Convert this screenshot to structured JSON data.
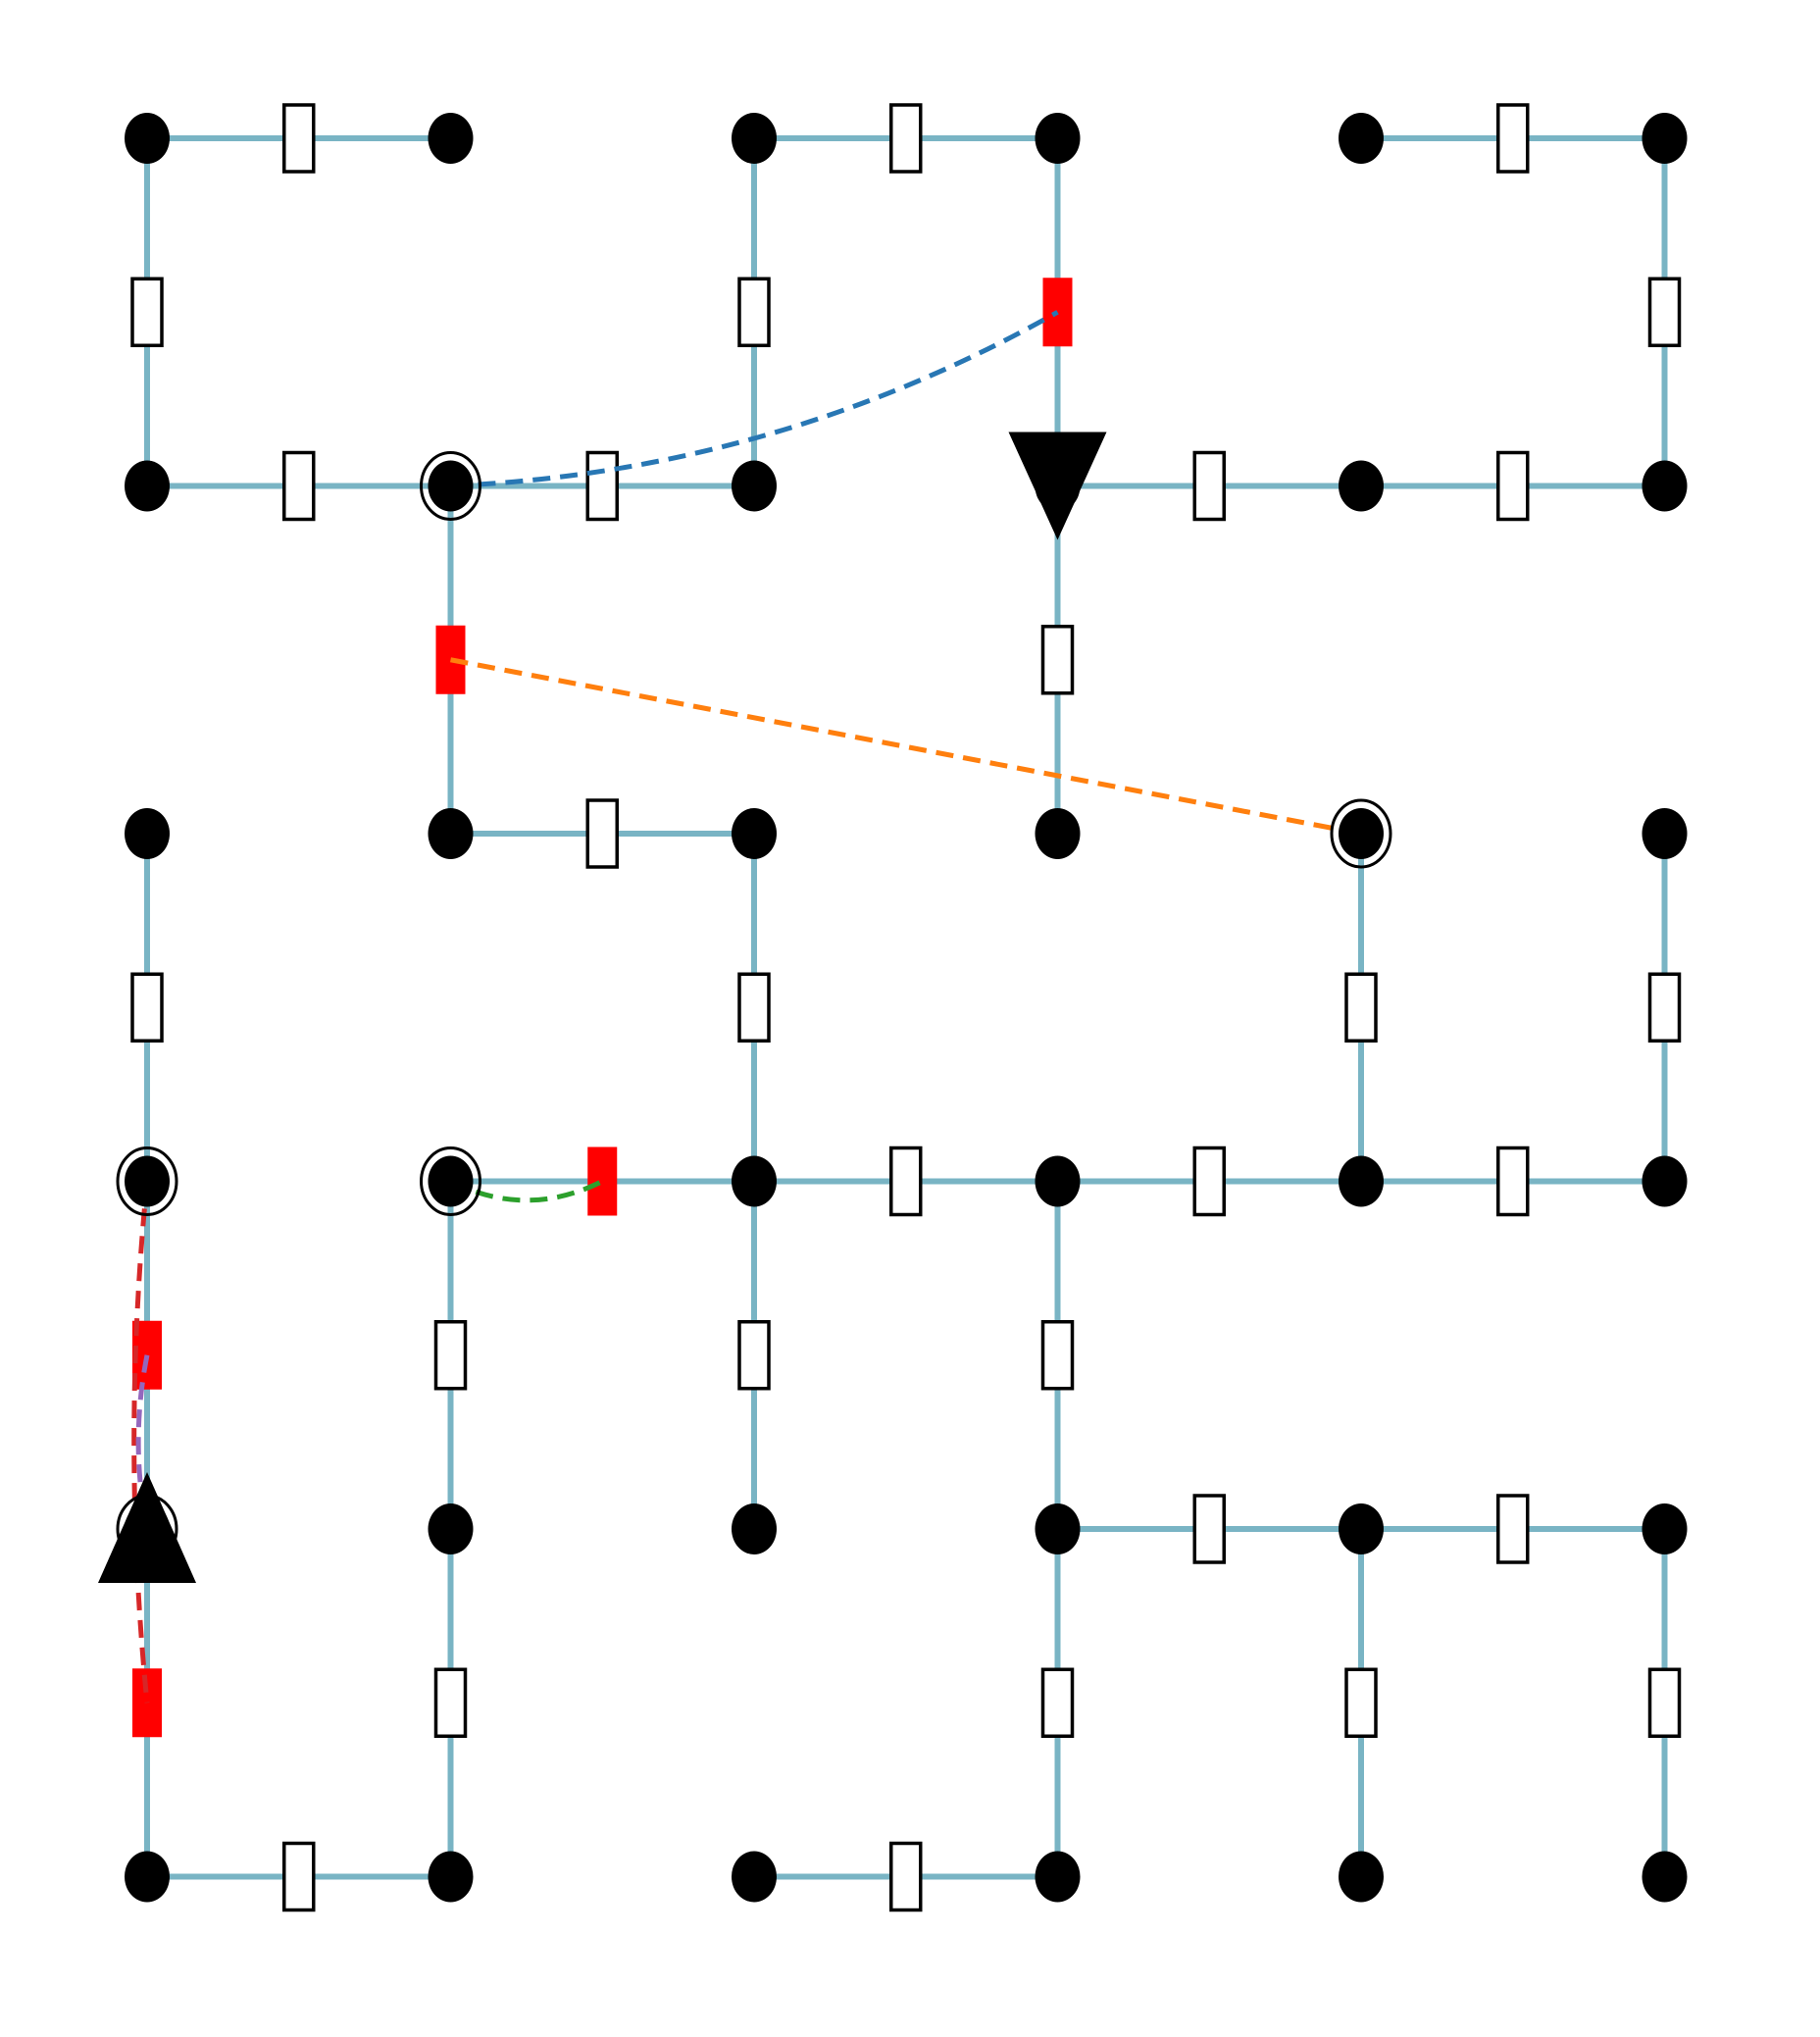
{
  "diagram": {
    "type": "grid-maze",
    "grid": {
      "cols": 6,
      "rows": 6
    },
    "colors": {
      "edge": "#79b4c4",
      "node": "#000000",
      "key_marker": "#ff0000",
      "background": "#ffffff"
    },
    "nodes": [
      {
        "c": 0,
        "r": 0
      },
      {
        "c": 1,
        "r": 0
      },
      {
        "c": 2,
        "r": 0
      },
      {
        "c": 3,
        "r": 0
      },
      {
        "c": 4,
        "r": 0
      },
      {
        "c": 5,
        "r": 0
      },
      {
        "c": 0,
        "r": 1
      },
      {
        "c": 1,
        "r": 1,
        "ring": true
      },
      {
        "c": 2,
        "r": 1
      },
      {
        "c": 3,
        "r": 1
      },
      {
        "c": 4,
        "r": 1
      },
      {
        "c": 5,
        "r": 1
      },
      {
        "c": 0,
        "r": 2
      },
      {
        "c": 1,
        "r": 2
      },
      {
        "c": 2,
        "r": 2
      },
      {
        "c": 3,
        "r": 2
      },
      {
        "c": 4,
        "r": 2,
        "ring": true
      },
      {
        "c": 5,
        "r": 2
      },
      {
        "c": 0,
        "r": 3,
        "ring": true
      },
      {
        "c": 1,
        "r": 3,
        "ring": true
      },
      {
        "c": 2,
        "r": 3
      },
      {
        "c": 3,
        "r": 3
      },
      {
        "c": 4,
        "r": 3
      },
      {
        "c": 5,
        "r": 3
      },
      {
        "c": 0,
        "r": 4,
        "ring": true
      },
      {
        "c": 1,
        "r": 4
      },
      {
        "c": 2,
        "r": 4
      },
      {
        "c": 3,
        "r": 4
      },
      {
        "c": 4,
        "r": 4
      },
      {
        "c": 5,
        "r": 4
      },
      {
        "c": 0,
        "r": 5
      },
      {
        "c": 1,
        "r": 5
      },
      {
        "c": 2,
        "r": 5
      },
      {
        "c": 3,
        "r": 5
      },
      {
        "c": 4,
        "r": 5
      },
      {
        "c": 5,
        "r": 5
      }
    ],
    "edges": [
      {
        "a": [
          0,
          0
        ],
        "b": [
          1,
          0
        ]
      },
      {
        "a": [
          2,
          0
        ],
        "b": [
          3,
          0
        ]
      },
      {
        "a": [
          4,
          0
        ],
        "b": [
          5,
          0
        ]
      },
      {
        "a": [
          0,
          0
        ],
        "b": [
          0,
          1
        ]
      },
      {
        "a": [
          2,
          0
        ],
        "b": [
          2,
          1
        ]
      },
      {
        "a": [
          3,
          0
        ],
        "b": [
          3,
          1
        ],
        "marker": "key"
      },
      {
        "a": [
          5,
          0
        ],
        "b": [
          5,
          1
        ]
      },
      {
        "a": [
          0,
          1
        ],
        "b": [
          1,
          1
        ]
      },
      {
        "a": [
          1,
          1
        ],
        "b": [
          2,
          1
        ]
      },
      {
        "a": [
          3,
          1
        ],
        "b": [
          4,
          1
        ]
      },
      {
        "a": [
          4,
          1
        ],
        "b": [
          5,
          1
        ]
      },
      {
        "a": [
          1,
          1
        ],
        "b": [
          1,
          2
        ],
        "marker": "key"
      },
      {
        "a": [
          3,
          1
        ],
        "b": [
          3,
          2
        ]
      },
      {
        "a": [
          1,
          2
        ],
        "b": [
          2,
          2
        ]
      },
      {
        "a": [
          0,
          2
        ],
        "b": [
          0,
          3
        ]
      },
      {
        "a": [
          2,
          2
        ],
        "b": [
          2,
          3
        ]
      },
      {
        "a": [
          4,
          2
        ],
        "b": [
          4,
          3
        ]
      },
      {
        "a": [
          5,
          2
        ],
        "b": [
          5,
          3
        ]
      },
      {
        "a": [
          1,
          3
        ],
        "b": [
          2,
          3
        ],
        "marker": "key"
      },
      {
        "a": [
          2,
          3
        ],
        "b": [
          3,
          3
        ]
      },
      {
        "a": [
          3,
          3
        ],
        "b": [
          4,
          3
        ]
      },
      {
        "a": [
          4,
          3
        ],
        "b": [
          5,
          3
        ]
      },
      {
        "a": [
          0,
          3
        ],
        "b": [
          0,
          4
        ],
        "marker": "key"
      },
      {
        "a": [
          1,
          3
        ],
        "b": [
          1,
          4
        ]
      },
      {
        "a": [
          2,
          3
        ],
        "b": [
          2,
          4
        ]
      },
      {
        "a": [
          3,
          3
        ],
        "b": [
          3,
          4
        ]
      },
      {
        "a": [
          3,
          4
        ],
        "b": [
          4,
          4
        ]
      },
      {
        "a": [
          4,
          4
        ],
        "b": [
          5,
          4
        ]
      },
      {
        "a": [
          0,
          4
        ],
        "b": [
          0,
          5
        ],
        "marker": "key"
      },
      {
        "a": [
          1,
          4
        ],
        "b": [
          1,
          5
        ]
      },
      {
        "a": [
          3,
          4
        ],
        "b": [
          3,
          5
        ]
      },
      {
        "a": [
          4,
          4
        ],
        "b": [
          4,
          5
        ]
      },
      {
        "a": [
          5,
          4
        ],
        "b": [
          5,
          5
        ]
      },
      {
        "a": [
          0,
          5
        ],
        "b": [
          1,
          5
        ]
      },
      {
        "a": [
          2,
          5
        ],
        "b": [
          3,
          5
        ]
      }
    ],
    "links": [
      {
        "name": "blue-link",
        "color": "#2877b4",
        "from": [
          1,
          1
        ],
        "to": [
          3,
          0.5
        ],
        "bend": 0.12
      },
      {
        "name": "orange-link",
        "color": "#ff7f0e",
        "from": [
          1,
          1.5
        ],
        "to": [
          4,
          2
        ],
        "bend": 0
      },
      {
        "name": "green-link",
        "color": "#2ca02c",
        "from": [
          1,
          3
        ],
        "to": [
          1.5,
          3
        ],
        "bend": 0.25
      },
      {
        "name": "red-link",
        "color": "#d62728",
        "from": [
          0,
          3
        ],
        "to": [
          0,
          4.5
        ],
        "bend": 0.05
      },
      {
        "name": "purple-link",
        "color": "#9467bd",
        "from": [
          0,
          3.5
        ],
        "to": [
          0,
          4
        ],
        "bend": 0.1
      }
    ],
    "triangles": [
      {
        "name": "start-triangle",
        "c": 3,
        "r": 1,
        "direction": "down"
      },
      {
        "name": "goal-triangle",
        "c": 0,
        "r": 4,
        "direction": "up"
      }
    ]
  }
}
